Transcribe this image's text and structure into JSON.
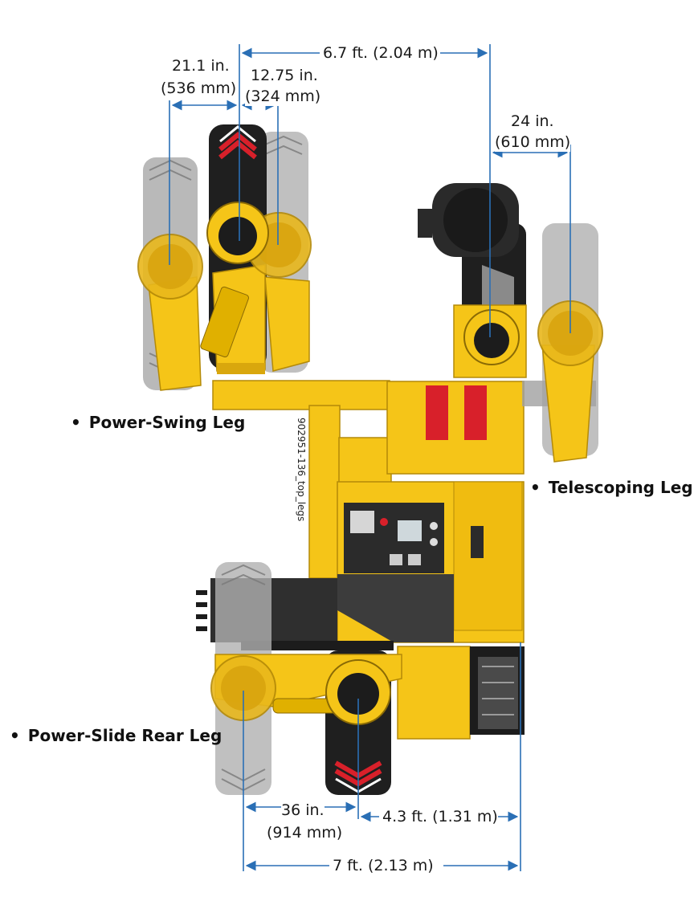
{
  "figure_id": "902951-136_top_legs",
  "colors": {
    "body_yellow": "#f5c518",
    "body_yellow_dark": "#d9a70d",
    "shadow_yellow": "#e0b000",
    "pad_yellow": "#e9b81c",
    "dark_gray": "#3c3c3c",
    "black": "#1c1c1c",
    "tire_gray": "#9c9c9c",
    "red": "#d8202a",
    "dim_blue": "#2a6fb5"
  },
  "dimensions": {
    "width_6_7": "6.7 ft. (2.04 m)",
    "d_21_1_line1": "21.1 in.",
    "d_21_1_line2": "(536 mm)",
    "d_12_75_line1": "12.75 in.",
    "d_12_75_line2": "(324 mm)",
    "d_24_line1": "24 in.",
    "d_24_line2": "(610 mm)",
    "d_36_line1": "36 in.",
    "d_36_line2": "(914 mm)",
    "d_4_3": "4.3 ft. (1.31 m)",
    "d_7": "7 ft. (2.13 m)"
  },
  "labels": {
    "power_swing_leg": "Power-Swing Leg",
    "telescoping_leg": "Telescoping Leg",
    "power_slide_rear_leg": "Power-Slide Rear Leg"
  },
  "icons": {
    "bullet": "•",
    "wheel": "wheel-icon",
    "outrigger_pad": "outrigger-pad-icon",
    "dimension_arrow": "dimension-arrow-icon"
  }
}
